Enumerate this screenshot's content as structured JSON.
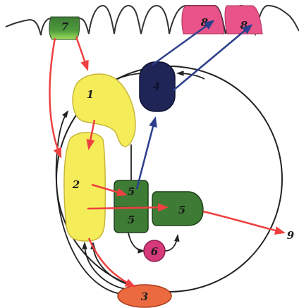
{
  "colors": {
    "yellow": "#f5ec5a",
    "dark_green": "#3e7c35",
    "light_green": "#7fd04b",
    "navy": "#1f2557",
    "pink": "#e8548a",
    "magenta": "#d63a7a",
    "orange": "#ec6a3f",
    "red_arrow": "#ee4040",
    "blue_arrow": "#2c3e8c",
    "black_line": "#222222"
  },
  "nodes": {
    "n7": "7",
    "n8a": "8",
    "n8b": "8",
    "n1": "1",
    "n2": "2",
    "n4": "4",
    "n5a": "5",
    "n5b": "5",
    "n5c": "5",
    "n6": "6",
    "n3": "3",
    "n9": "9"
  }
}
